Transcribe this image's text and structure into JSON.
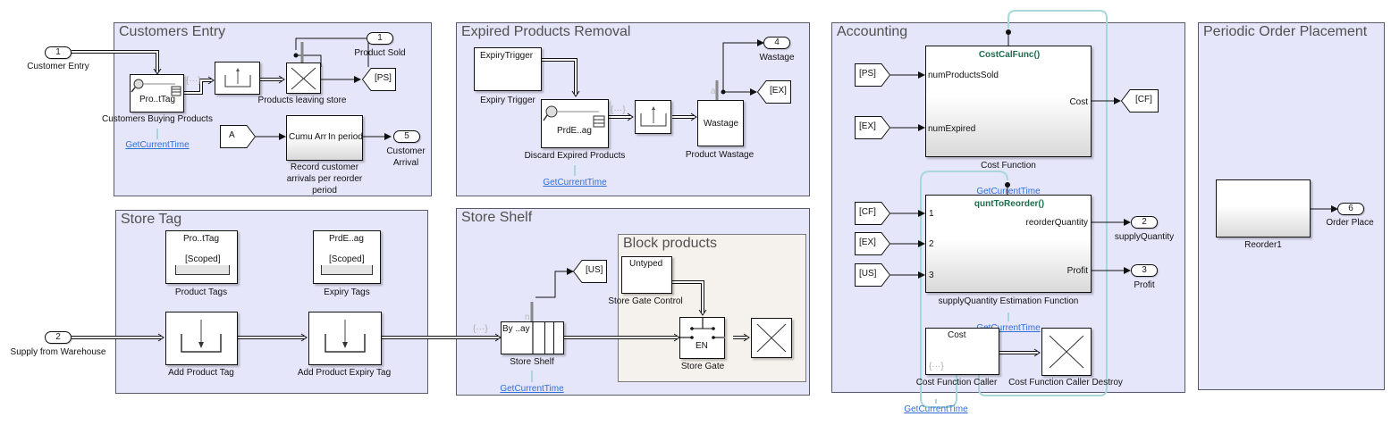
{
  "areas": {
    "customers_entry": "Customers Entry",
    "expired_removal": "Expired Products Removal",
    "accounting": "Accounting",
    "periodic_order": "Periodic Order Placement",
    "store_tag": "Store Tag",
    "store_shelf": "Store Shelf",
    "block_products": "Block products"
  },
  "ports": {
    "customer_entry": {
      "num": "1",
      "label": "Customer Entry"
    },
    "product_sold": {
      "num": "1",
      "label": "Product Sold"
    },
    "customer_arrival": {
      "num": "5",
      "label": "Customer\nArrival"
    },
    "wastage": {
      "num": "4",
      "label": "Wastage"
    },
    "supply_quantity": {
      "num": "2",
      "label": "supplyQuantity"
    },
    "profit": {
      "num": "3",
      "label": "Profit"
    },
    "order_place": {
      "num": "6",
      "label": "Order Place"
    },
    "supply_from_warehouse": {
      "num": "2",
      "label": "Supply from Warehouse"
    }
  },
  "tags": {
    "ps_goto": "[PS]",
    "a_from": "A",
    "ex_goto": "[EX]",
    "us_goto": "[US]",
    "cf_goto": "[CF]",
    "ps_from": "[PS]",
    "ex_from": "[EX]",
    "cf_from": "[CF]",
    "ex_from2": "[EX]",
    "us_from": "[US]"
  },
  "blocks": {
    "customers_buying": {
      "text": "Pro..tTag",
      "label": "Customers Buying Products"
    },
    "products_leaving": {
      "label": "Products leaving store"
    },
    "record_arrivals": {
      "text_left": "Cumu Arr",
      "text_right": "In period",
      "label": "Record customer arrivals per reorder period"
    },
    "expiry_trigger": {
      "text": "ExpiryTrigger",
      "label": "Expiry Trigger"
    },
    "discard_expired": {
      "text": "PrdE..ag",
      "label": "Discard Expired Products"
    },
    "product_wastage": {
      "text": "Wastage",
      "label": "Product Wastage"
    },
    "product_tags": {
      "text": "Pro..tTag",
      "scope": "[Scoped]",
      "label": "Product Tags"
    },
    "expiry_tags": {
      "text": "PrdE..ag",
      "scope": "[Scoped]",
      "label": "Expiry Tags"
    },
    "add_product_tag": {
      "label": "Add Product Tag"
    },
    "add_expiry_tag": {
      "label": "Add Product Expiry Tag"
    },
    "store_shelf": {
      "text": "By ..ay",
      "label": "Store Shelf",
      "port_n": "n"
    },
    "store_gate_control": {
      "text": "Untyped",
      "label": "Store Gate Control"
    },
    "store_gate": {
      "text": "EN",
      "label": "Store Gate"
    },
    "cost_function": {
      "func": "CostCalFunc()",
      "in1": "numProductsSold",
      "in2": "numExpired",
      "out": "Cost",
      "label": "Cost Function"
    },
    "supply_estimation": {
      "func": "quntToReorder()",
      "in1": "1",
      "in2": "2",
      "in3": "3",
      "out1": "reorderQuantity",
      "out2": "Profit",
      "label": "supplyQuantity Estimation Function"
    },
    "cost_caller": {
      "text": "Cost",
      "label": "Cost Function Caller"
    },
    "cost_caller_destroy": {
      "label": "Cost Function Caller Destroy"
    },
    "reorder1": {
      "label": "Reorder1"
    }
  },
  "links": {
    "get_current_time": "GetCurrentTime"
  },
  "misc": {
    "bus_glyph": "{···}",
    "wastage_port_a": "a"
  }
}
